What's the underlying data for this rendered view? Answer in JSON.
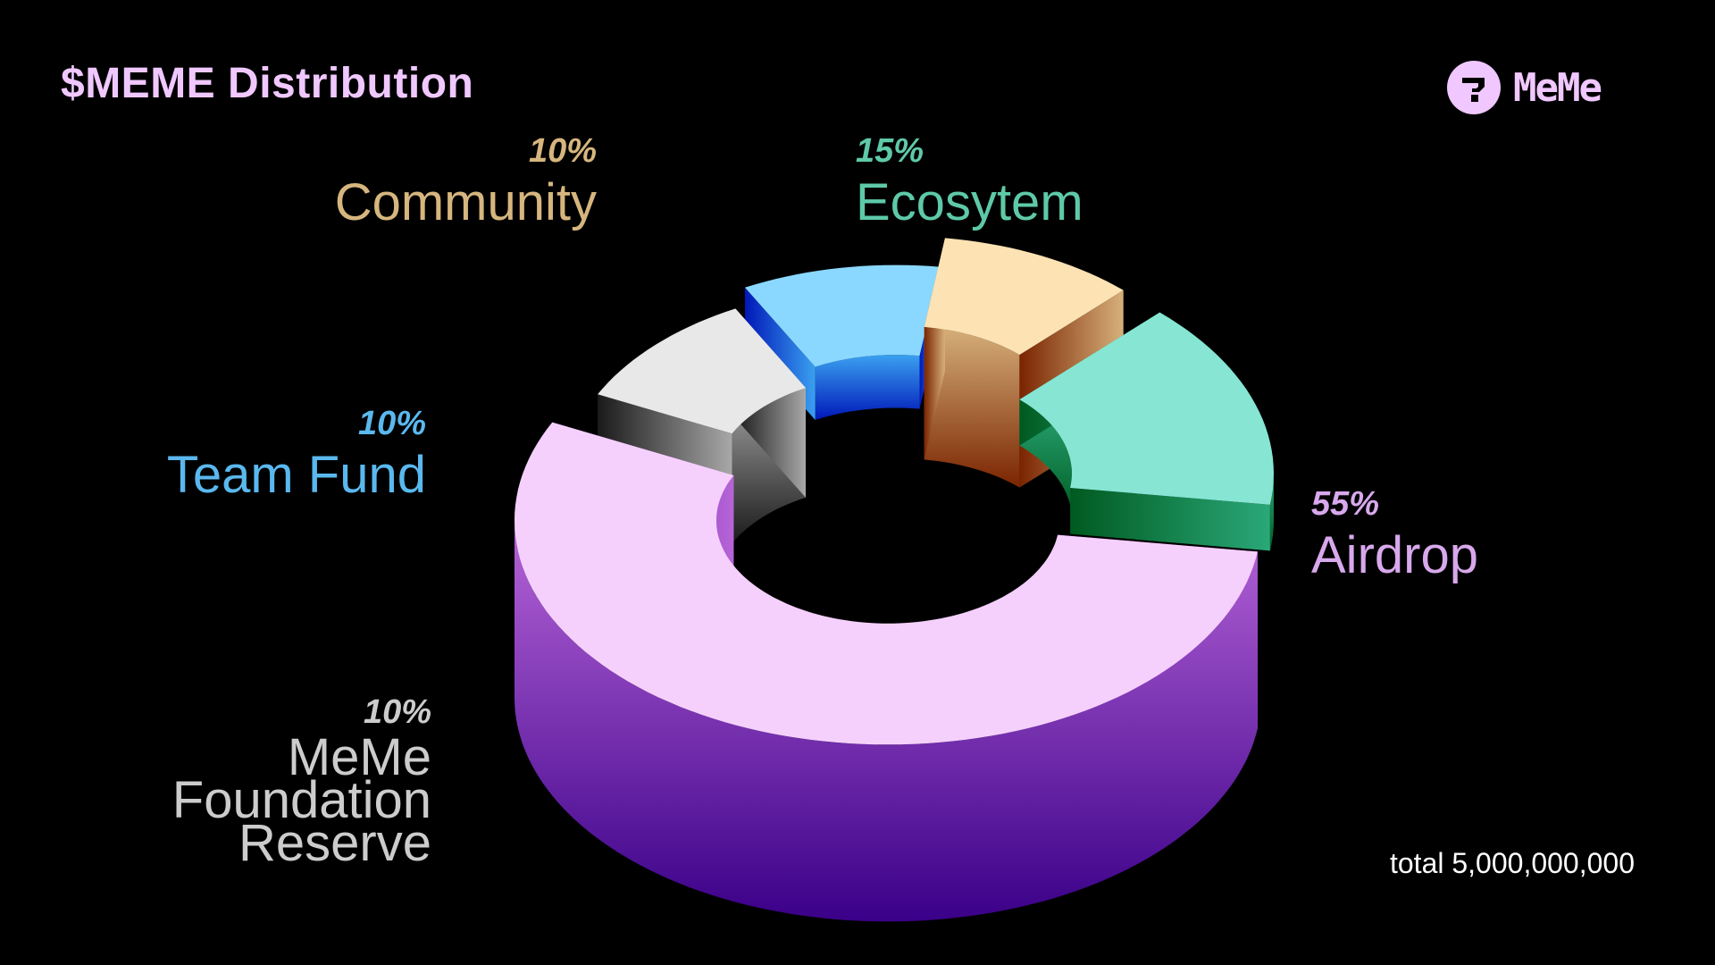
{
  "header": {
    "title": "$MEME Distribution",
    "brand_name": "MeMe",
    "brand_icon": "meme-logo-icon",
    "brand_color": "#f0c8ff"
  },
  "chart_data": {
    "type": "pie",
    "style": "3d-donut",
    "title": "$MEME Distribution",
    "total_label": "total 5,000,000,000",
    "slices": [
      {
        "label": "Airdrop",
        "pct_label": "55%",
        "value": 55,
        "label_color": "#d8a8ec",
        "top": "#f5d0fd",
        "side_dark": "#3a0088",
        "side_light": "#b765d8"
      },
      {
        "label": "MeMe Foundation Reserve",
        "label_lines": [
          "MeMe",
          "Foundation",
          "Reserve"
        ],
        "pct_label": "10%",
        "value": 10,
        "label_color": "#cccccc",
        "top": "#e8e8e8",
        "side_dark": "#1a1a1a",
        "side_light": "#a8a8a8"
      },
      {
        "label": "Team Fund",
        "pct_label": "10%",
        "value": 10,
        "label_color": "#5ab8ee",
        "top": "#8ad8ff",
        "side_dark": "#0018b8",
        "side_light": "#3aa0f0"
      },
      {
        "label": "Community",
        "pct_label": "10%",
        "value": 10,
        "label_color": "#d6b67e",
        "top": "#fde3b3",
        "side_dark": "#7a2400",
        "side_light": "#d6b07a"
      },
      {
        "label": "Ecosytem",
        "pct_label": "15%",
        "value": 15,
        "label_color": "#5ec9a8",
        "top": "#86e6d3",
        "side_dark": "#005a20",
        "side_light": "#2aa878"
      }
    ]
  }
}
